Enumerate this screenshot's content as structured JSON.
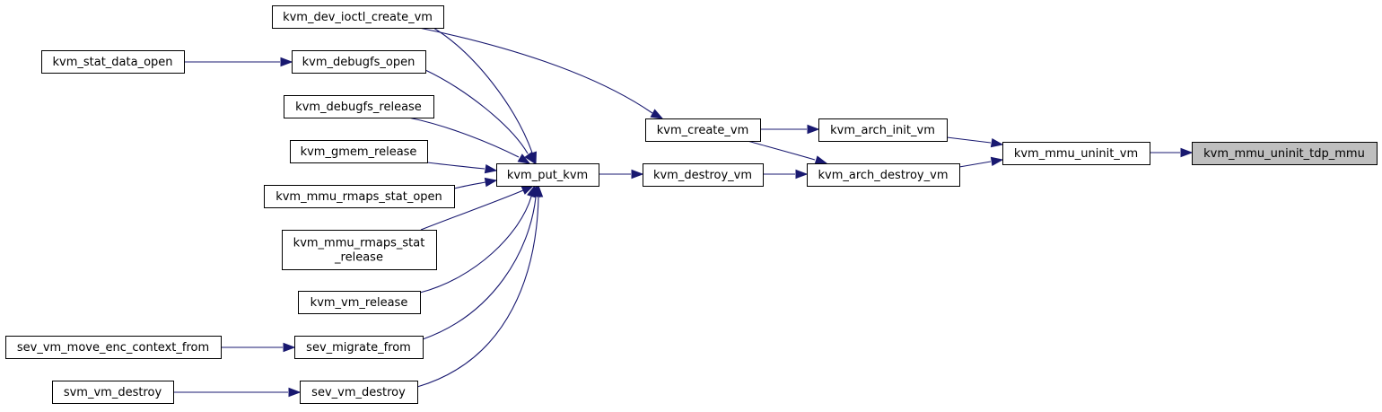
{
  "graph": {
    "root_label": "kvm_mmu_uninit_tdp_mmu",
    "colors": {
      "edge": "#191970",
      "root_fill": "#bfbfbf",
      "node_fill": "#ffffff",
      "border": "#000000"
    },
    "nodes": [
      {
        "id": "root",
        "lines": [
          "kvm_mmu_uninit_tdp_mmu"
        ]
      },
      {
        "id": "uninit_vm",
        "lines": [
          "kvm_mmu_uninit_vm"
        ]
      },
      {
        "id": "arch_init",
        "lines": [
          "kvm_arch_init_vm"
        ]
      },
      {
        "id": "arch_destroy",
        "lines": [
          "kvm_arch_destroy_vm"
        ]
      },
      {
        "id": "create_vm",
        "lines": [
          "kvm_create_vm"
        ]
      },
      {
        "id": "destroy_vm",
        "lines": [
          "kvm_destroy_vm"
        ]
      },
      {
        "id": "put_kvm",
        "lines": [
          "kvm_put_kvm"
        ]
      },
      {
        "id": "dev_ioctl",
        "lines": [
          "kvm_dev_ioctl_create_vm"
        ]
      },
      {
        "id": "debugfs_open",
        "lines": [
          "kvm_debugfs_open"
        ]
      },
      {
        "id": "stat_data_open",
        "lines": [
          "kvm_stat_data_open"
        ]
      },
      {
        "id": "debugfs_release",
        "lines": [
          "kvm_debugfs_release"
        ]
      },
      {
        "id": "gmem_release",
        "lines": [
          "kvm_gmem_release"
        ]
      },
      {
        "id": "rmaps_open",
        "lines": [
          "kvm_mmu_rmaps_stat_open"
        ]
      },
      {
        "id": "rmaps_release",
        "lines": [
          "kvm_mmu_rmaps_stat",
          "_release"
        ]
      },
      {
        "id": "vm_release",
        "lines": [
          "kvm_vm_release"
        ]
      },
      {
        "id": "migrate_from",
        "lines": [
          "sev_migrate_from"
        ]
      },
      {
        "id": "move_enc",
        "lines": [
          "sev_vm_move_enc_context_from"
        ]
      },
      {
        "id": "sev_destroy",
        "lines": [
          "sev_vm_destroy"
        ]
      },
      {
        "id": "svm_destroy",
        "lines": [
          "svm_vm_destroy"
        ]
      }
    ],
    "edges": [
      {
        "from": "uninit_vm",
        "to": "root"
      },
      {
        "from": "arch_init",
        "to": "uninit_vm"
      },
      {
        "from": "arch_destroy",
        "to": "uninit_vm"
      },
      {
        "from": "create_vm",
        "to": "arch_init"
      },
      {
        "from": "create_vm",
        "to": "arch_destroy"
      },
      {
        "from": "destroy_vm",
        "to": "arch_destroy"
      },
      {
        "from": "dev_ioctl",
        "to": "create_vm"
      },
      {
        "from": "put_kvm",
        "to": "destroy_vm"
      },
      {
        "from": "dev_ioctl",
        "to": "put_kvm"
      },
      {
        "from": "debugfs_open",
        "to": "put_kvm"
      },
      {
        "from": "stat_data_open",
        "to": "debugfs_open"
      },
      {
        "from": "debugfs_release",
        "to": "put_kvm"
      },
      {
        "from": "gmem_release",
        "to": "put_kvm"
      },
      {
        "from": "rmaps_open",
        "to": "put_kvm"
      },
      {
        "from": "rmaps_release",
        "to": "put_kvm"
      },
      {
        "from": "vm_release",
        "to": "put_kvm"
      },
      {
        "from": "migrate_from",
        "to": "put_kvm"
      },
      {
        "from": "move_enc",
        "to": "migrate_from"
      },
      {
        "from": "sev_destroy",
        "to": "put_kvm"
      },
      {
        "from": "svm_destroy",
        "to": "sev_destroy"
      }
    ]
  }
}
